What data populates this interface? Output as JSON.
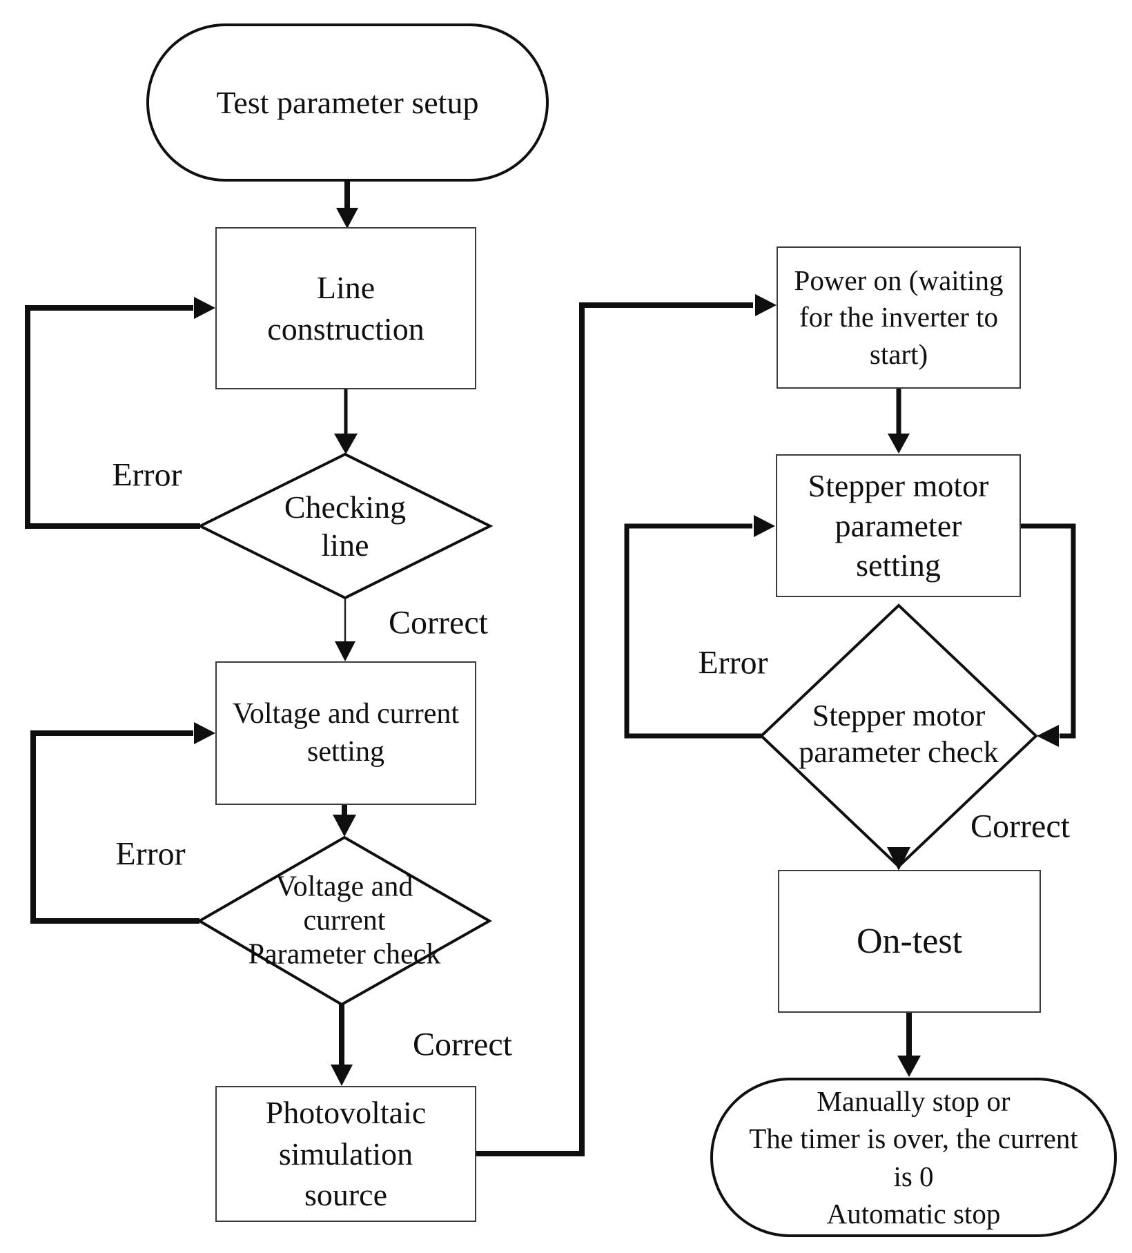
{
  "diagram": {
    "type": "flowchart",
    "background": "#ffffff",
    "colors": {
      "line": "#0f0f0f",
      "box_border": "#3b3b3b",
      "text": "#101010",
      "background": "#ffffff"
    },
    "nodes": {
      "test_parameter_setup": {
        "shape": "terminator",
        "label": "Test parameter setup"
      },
      "line_construction": {
        "shape": "process",
        "label": [
          "Line",
          "construction"
        ]
      },
      "checking_line": {
        "shape": "decision",
        "label": [
          "Checking",
          "line"
        ]
      },
      "voltage_current_setting": {
        "shape": "process",
        "label": [
          "Voltage and current",
          "setting"
        ]
      },
      "voltage_current_check": {
        "shape": "decision",
        "label": [
          "Voltage and",
          "current",
          "Parameter check"
        ]
      },
      "photovoltaic_source": {
        "shape": "process",
        "label": [
          "Photovoltaic",
          "simulation",
          "source"
        ]
      },
      "power_on": {
        "shape": "process",
        "label": [
          "Power on (waiting",
          "for the inverter to",
          "start)"
        ]
      },
      "stepper_setting": {
        "shape": "process",
        "label": [
          "Stepper motor",
          "parameter",
          "setting"
        ]
      },
      "stepper_check": {
        "shape": "decision",
        "label": [
          "Stepper motor",
          "parameter check"
        ]
      },
      "on_test": {
        "shape": "process",
        "label": "On-test"
      },
      "stop": {
        "shape": "terminator",
        "label": [
          "Manually stop or",
          "The timer is over, the current",
          "is 0",
          "Automatic stop"
        ]
      }
    },
    "edge_labels": {
      "checking_line_error": "Error",
      "checking_line_correct": "Correct",
      "voltage_check_error": "Error",
      "voltage_check_correct": "Correct",
      "stepper_check_error": "Error",
      "stepper_check_correct": "Correct"
    }
  }
}
